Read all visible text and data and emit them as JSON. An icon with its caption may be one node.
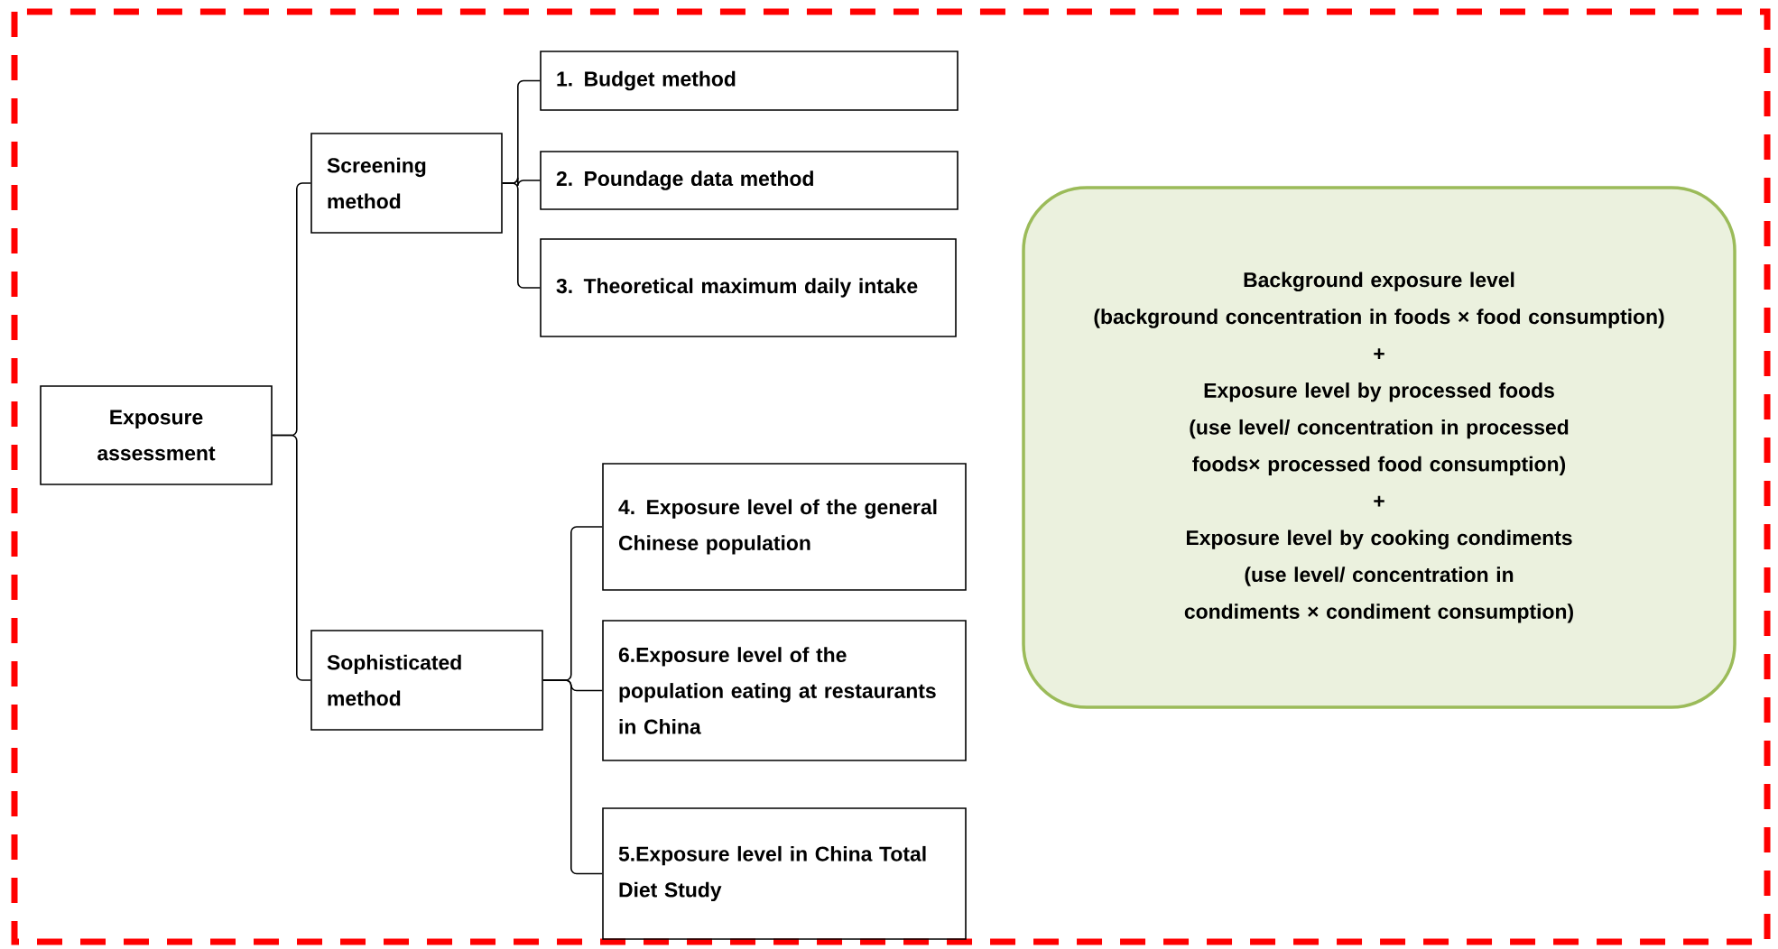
{
  "diagram": {
    "nodes": [
      {
        "text": [
          "Exposure assessment"
        ]
      },
      {
        "text": [
          "Screening method"
        ]
      },
      {
        "text": [
          "1. Budget method"
        ]
      },
      {
        "text": [
          "2. Poundage data method"
        ]
      },
      {
        "text": [
          "3. Theoretical maximum daily intake"
        ]
      },
      {
        "text": [
          "Sophisticated method"
        ]
      },
      {
        "text": [
          "4. Exposure level of the general Chinese population"
        ]
      },
      {
        "text": [
          "6.Exposure level of the population eating at restaurants in China"
        ]
      },
      {
        "text": [
          "5.Exposure level in China Total Diet Study"
        ]
      },
      {
        "text": [
          "Background exposure level",
          "(background concentration in foods × food consumption)",
          "+",
          "Exposure level by processed foods",
          "(use level/ concentration in processed foods× processed food consumption)",
          "+",
          "Exposure level by cooking condiments",
          "(use level/ concentration in condiments × condiment consumption)"
        ]
      }
    ],
    "edges": [
      {
        "from": 0,
        "to": 1,
        "arrow": "none"
      },
      {
        "from": 0,
        "to": 5,
        "arrow": "none"
      },
      {
        "from": 1,
        "to": 2,
        "arrow": "none"
      },
      {
        "from": 1,
        "to": 3,
        "arrow": "none"
      },
      {
        "from": 1,
        "to": 4,
        "arrow": "none"
      },
      {
        "from": 5,
        "to": 6,
        "arrow": "none"
      },
      {
        "from": 5,
        "to": 7,
        "arrow": "none"
      },
      {
        "from": 5,
        "to": 8,
        "arrow": "none"
      }
    ]
  }
}
